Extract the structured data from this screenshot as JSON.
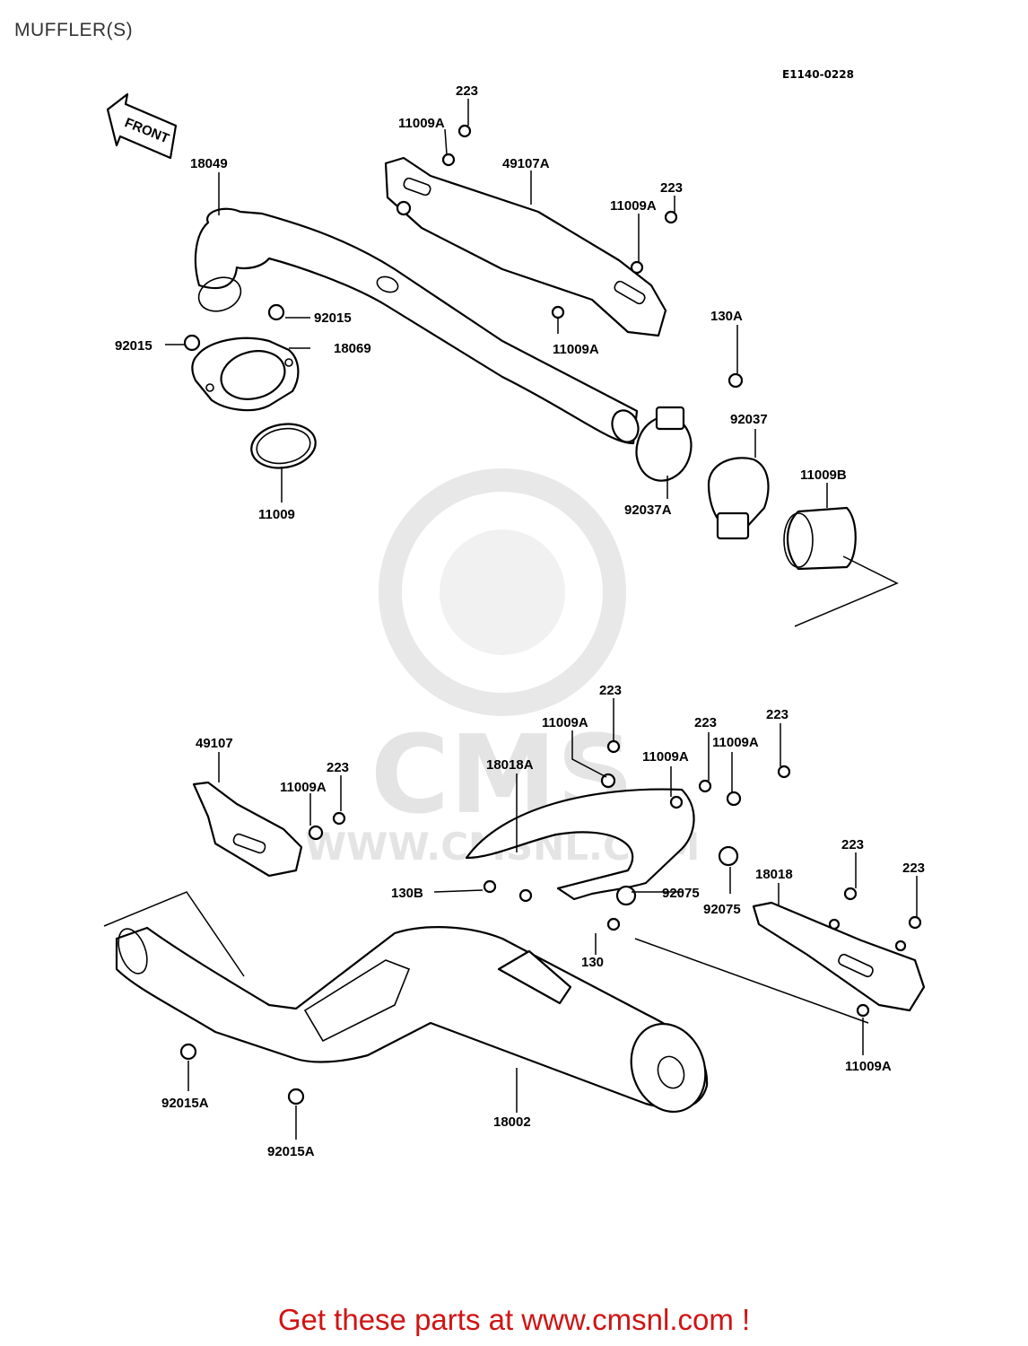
{
  "page": {
    "title": "MUFFLER(S)",
    "drawing_code": "E1140-0228",
    "front_arrow_label": "FRONT"
  },
  "watermark": {
    "brand": "CMS",
    "url": "WWW.CMSNL.COM"
  },
  "callouts": [
    {
      "id": "c1",
      "text": "223"
    },
    {
      "id": "c2",
      "text": "11009A"
    },
    {
      "id": "c3",
      "text": "49107A"
    },
    {
      "id": "c4",
      "text": "223"
    },
    {
      "id": "c5",
      "text": "11009A"
    },
    {
      "id": "c6",
      "text": "18049"
    },
    {
      "id": "c7",
      "text": "92015"
    },
    {
      "id": "c8",
      "text": "92015"
    },
    {
      "id": "c9",
      "text": "18069"
    },
    {
      "id": "c10",
      "text": "11009A"
    },
    {
      "id": "c11",
      "text": "130A"
    },
    {
      "id": "c12",
      "text": "92037"
    },
    {
      "id": "c13",
      "text": "11009B"
    },
    {
      "id": "c14",
      "text": "11009"
    },
    {
      "id": "c15",
      "text": "92037A"
    },
    {
      "id": "c16",
      "text": "223"
    },
    {
      "id": "c17",
      "text": "11009A"
    },
    {
      "id": "c18",
      "text": "223"
    },
    {
      "id": "c19",
      "text": "223"
    },
    {
      "id": "c20",
      "text": "49107"
    },
    {
      "id": "c21",
      "text": "18018A"
    },
    {
      "id": "c22",
      "text": "11009A"
    },
    {
      "id": "c23",
      "text": "11009A"
    },
    {
      "id": "c24",
      "text": "223"
    },
    {
      "id": "c25",
      "text": "11009A"
    },
    {
      "id": "c26",
      "text": "223"
    },
    {
      "id": "c27",
      "text": "18018"
    },
    {
      "id": "c28",
      "text": "223"
    },
    {
      "id": "c29",
      "text": "130B"
    },
    {
      "id": "c30",
      "text": "92075"
    },
    {
      "id": "c31",
      "text": "92075"
    },
    {
      "id": "c32",
      "text": "130"
    },
    {
      "id": "c33",
      "text": "11009A"
    },
    {
      "id": "c34",
      "text": "92015A"
    },
    {
      "id": "c35",
      "text": "18002"
    },
    {
      "id": "c36",
      "text": "92015A"
    }
  ],
  "footer": {
    "cta": "Get these parts at www.cmsnl.com !"
  }
}
